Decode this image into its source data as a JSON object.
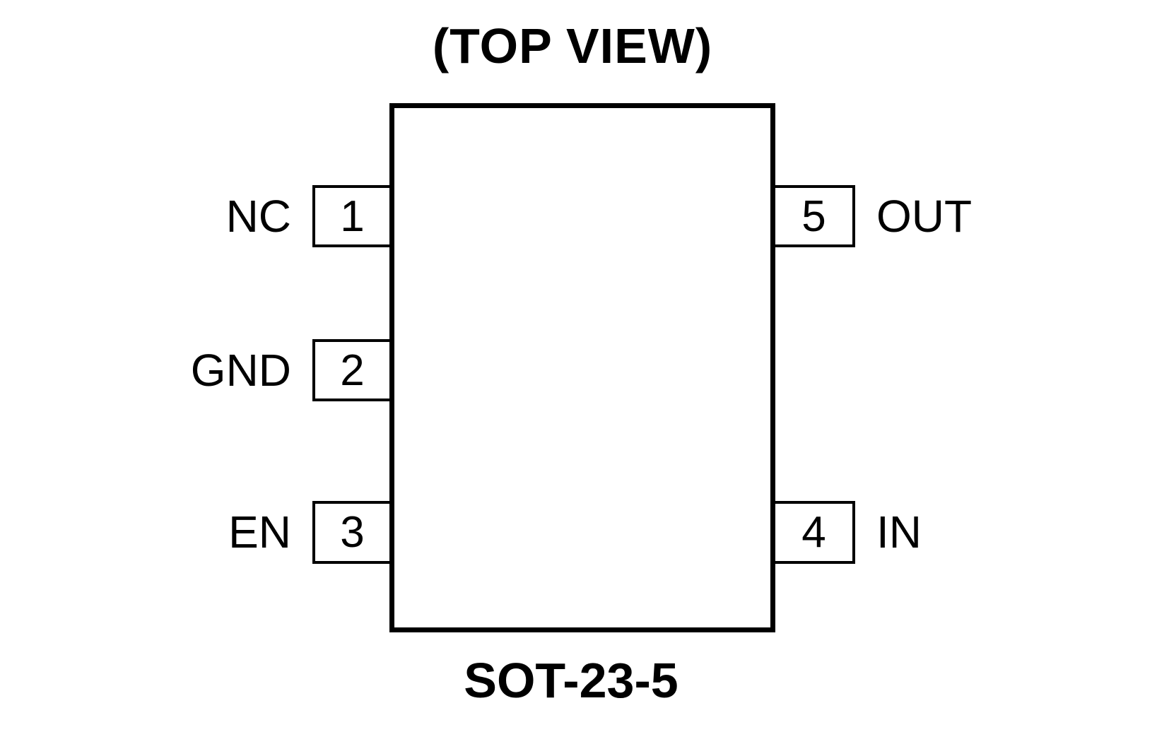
{
  "diagram": {
    "title": "(TOP VIEW)",
    "package_name": "SOT-23-5",
    "view": "top",
    "pin_count": 5,
    "pins": [
      {
        "number": "1",
        "label": "NC",
        "side": "left",
        "row": "top"
      },
      {
        "number": "2",
        "label": "GND",
        "side": "left",
        "row": "middle"
      },
      {
        "number": "3",
        "label": "EN",
        "side": "left",
        "row": "bottom"
      },
      {
        "number": "4",
        "label": "IN",
        "side": "right",
        "row": "bottom"
      },
      {
        "number": "5",
        "label": "OUT",
        "side": "right",
        "row": "top"
      }
    ],
    "colors": {
      "line": "#000000",
      "background": "#ffffff",
      "text": "#000000"
    }
  }
}
